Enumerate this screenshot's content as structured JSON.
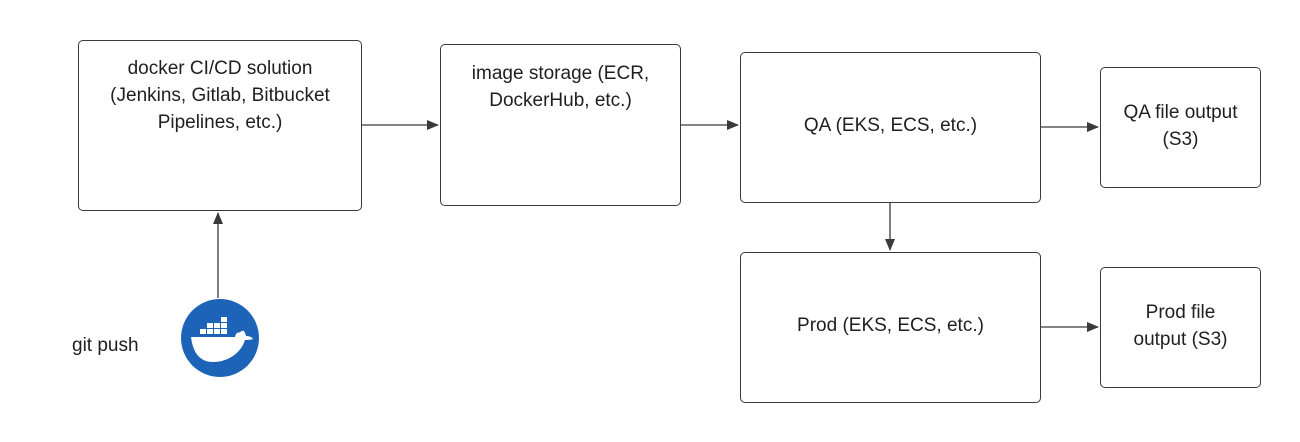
{
  "nodes": {
    "cicd": "docker CI/CD solution\n(Jenkins, Gitlab, Bitbucket\nPipelines, etc.)",
    "storage": "image storage (ECR,\nDockerHub, etc.)",
    "qa": "QA (EKS, ECS, etc.)",
    "qa_output": "QA file output\n(S3)",
    "prod": "Prod (EKS, ECS, etc.)",
    "prod_output": "Prod file\noutput (S3)"
  },
  "source": {
    "label": "git push",
    "icon": "docker-whale-icon"
  },
  "colors": {
    "border": "#3a3a3a",
    "edge": "#3a3a3a",
    "docker_blue": "#1d63b8"
  }
}
